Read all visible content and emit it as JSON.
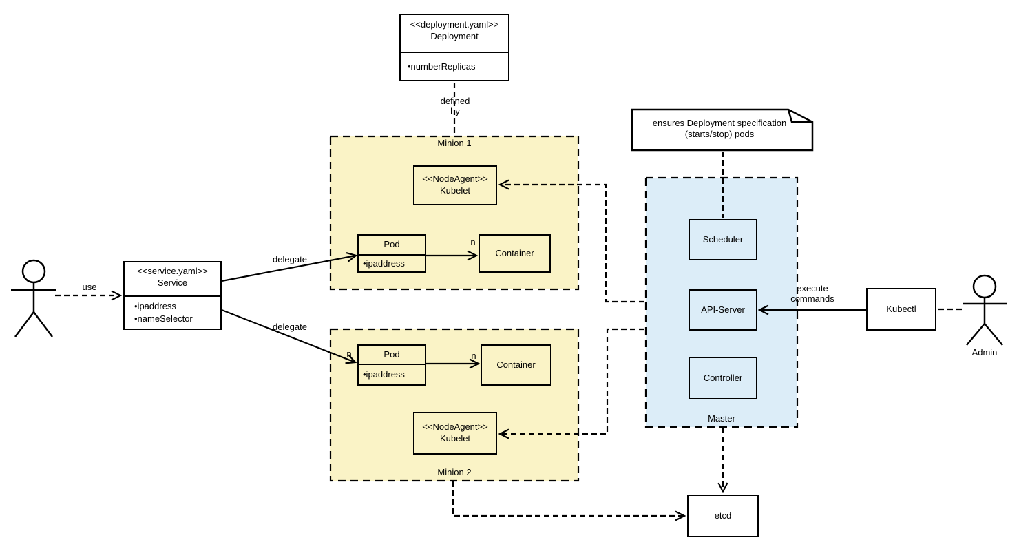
{
  "colors": {
    "background": "#ffffff",
    "minion_fill": "#FAF3C6",
    "master_fill": "#DCEDF8",
    "line": "#000000"
  },
  "nodes": {
    "deployment": {
      "stereotype": "<<deployment.yaml>>",
      "name": "Deployment",
      "attribute": "•numberReplicas"
    },
    "service": {
      "stereotype": "<<service.yaml>>",
      "name": "Service",
      "attribute1": "•ipaddress",
      "attribute2": "•nameSelector"
    },
    "minion1": {
      "label": "Minion 1",
      "kubelet_stereotype": "<<NodeAgent>>",
      "kubelet_name": "Kubelet",
      "pod_name": "Pod",
      "pod_attribute": "•ipaddress",
      "container_name": "Container"
    },
    "minion2": {
      "label": "Minion 2",
      "kubelet_stereotype": "<<NodeAgent>>",
      "kubelet_name": "Kubelet",
      "pod_name": "Pod",
      "pod_attribute": "•ipaddress",
      "container_name": "Container"
    },
    "master": {
      "label": "Master",
      "scheduler": "Scheduler",
      "api_server": "API-Server",
      "controller": "Controller"
    },
    "kubectl": {
      "name": "Kubectl"
    },
    "etcd": {
      "name": "etcd"
    },
    "admin": {
      "label": "Admin"
    },
    "note": {
      "line1": "ensures Deployment specification",
      "line2": "(starts/stop) pods"
    }
  },
  "edges": {
    "use": "use",
    "defined_by_line1": "defined",
    "defined_by_line2": "by",
    "delegate_minion1": "delegate",
    "delegate_minion2": "delegate",
    "n_pod1_container": "n",
    "n_service_pod2": "n",
    "n_pod2_container": "n",
    "execute_line1": "execute",
    "execute_line2": "commands"
  }
}
